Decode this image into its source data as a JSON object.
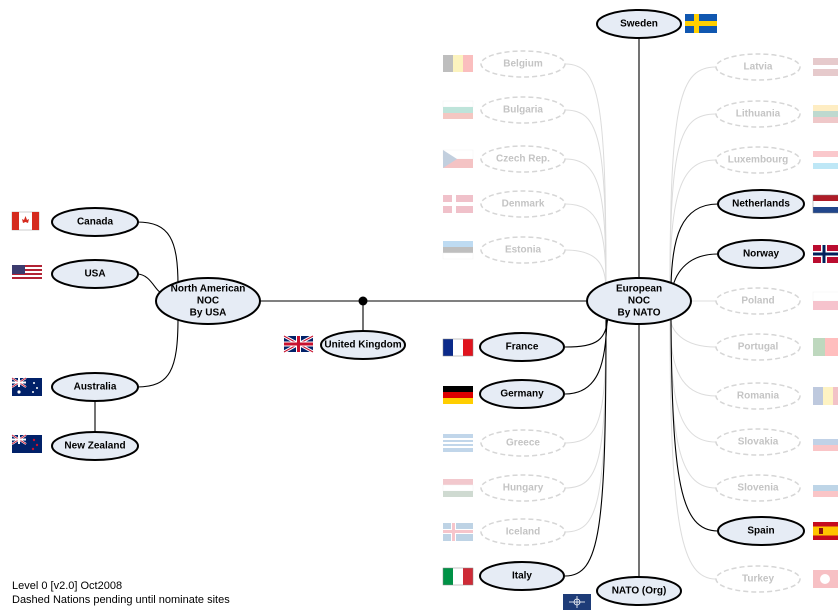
{
  "hub": {
    "label": ""
  },
  "nodes": {
    "sweden": "Sweden",
    "belgium": "Belgium",
    "bulgaria": "Bulgaria",
    "czech": "Czech Rep.",
    "denmark": "Denmark",
    "estonia": "Estonia",
    "latvia": "Latvia",
    "lithuania": "Lithuania",
    "luxembourg": "Luxembourg",
    "netherlands": "Netherlands",
    "norway": "Norway",
    "poland": "Poland",
    "portugal": "Portugal",
    "romania": "Romania",
    "slovakia": "Slovakia",
    "slovenia": "Slovenia",
    "spain": "Spain",
    "turkey": "Turkey",
    "canada": "Canada",
    "usa": "USA",
    "australia": "Australia",
    "new_zealand": "New Zealand",
    "united_kingdom": "United Kingdom",
    "france": "France",
    "germany": "Germany",
    "greece": "Greece",
    "hungary": "Hungary",
    "iceland": "Iceland",
    "italy": "Italy",
    "nato_org": "NATO (Org)"
  },
  "noc_north_america": {
    "line1": "North American",
    "line2": "NOC",
    "line3": "By USA"
  },
  "noc_europe": {
    "line1": "European",
    "line2": "NOC",
    "line3": "By NATO"
  },
  "footer": {
    "version": "Level 0 [v2.0] Oct2008",
    "note": "Dashed Nations pending until nominate sites"
  },
  "colors": {
    "node_fill": "#e6ecf5",
    "active_stroke": "#000000",
    "pending_stroke": "#d6d6d6",
    "pending_text": "#c4c4c4",
    "connector_pending": "#dddddd"
  }
}
